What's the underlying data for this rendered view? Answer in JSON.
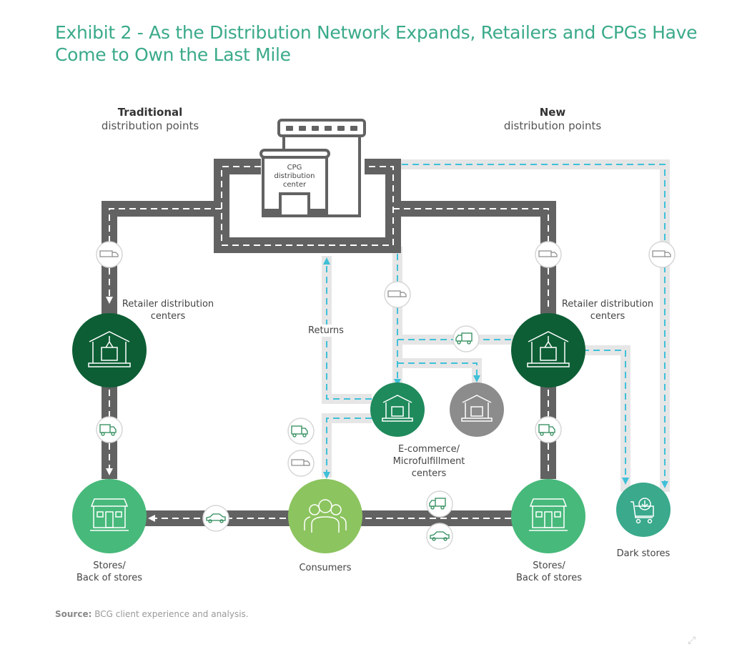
{
  "title": "Exhibit 2 - As the Distribution Network Expands, Retailers and CPGs Have Come to Own the Last Mile",
  "headers": {
    "traditional": {
      "bold": "Traditional",
      "sub": "distribution points"
    },
    "new": {
      "bold": "New",
      "sub": "distribution points"
    }
  },
  "nodes": {
    "cpg": {
      "line1": "CPG",
      "line2": "distribution",
      "line3": "center",
      "icon": "warehouse-building-icon"
    },
    "retail_dc_left": {
      "label1": "Retailer distribution",
      "label2": "centers",
      "icon": "warehouse-crane-icon",
      "color": "#0d5e35"
    },
    "retail_dc_right": {
      "label1": "Retailer distribution",
      "label2": "centers",
      "icon": "warehouse-crane-icon",
      "color": "#0d5e35"
    },
    "ecommerce": {
      "label1": "E-commerce/",
      "label2": "Microfulfillment",
      "label3": "centers",
      "icon": "warehouse-crane-icon",
      "color": "#1f8a5c"
    },
    "microfulfillment_gray": {
      "icon": "warehouse-crane-icon",
      "color": "#8c8c8c"
    },
    "stores_left": {
      "label1": "Stores/",
      "label2": "Back of stores",
      "icon": "storefront-icon",
      "color": "#47b97b"
    },
    "stores_right": {
      "label1": "Stores/",
      "label2": "Back of stores",
      "icon": "storefront-icon",
      "color": "#47b97b"
    },
    "consumers": {
      "label": "Consumers",
      "icon": "people-group-icon",
      "color": "#8cc45f"
    },
    "dark_stores": {
      "label": "Dark stores",
      "icon": "cart-download-icon",
      "color": "#3aa98c"
    }
  },
  "returns_label": "Returns",
  "colors": {
    "road": "#626262",
    "new_path": "#e6e6e6",
    "dash_new": "#3fc0d8",
    "title": "#3aaa8a"
  },
  "source": {
    "bold": "Source:",
    "text": " BCG client experience and analysis."
  }
}
